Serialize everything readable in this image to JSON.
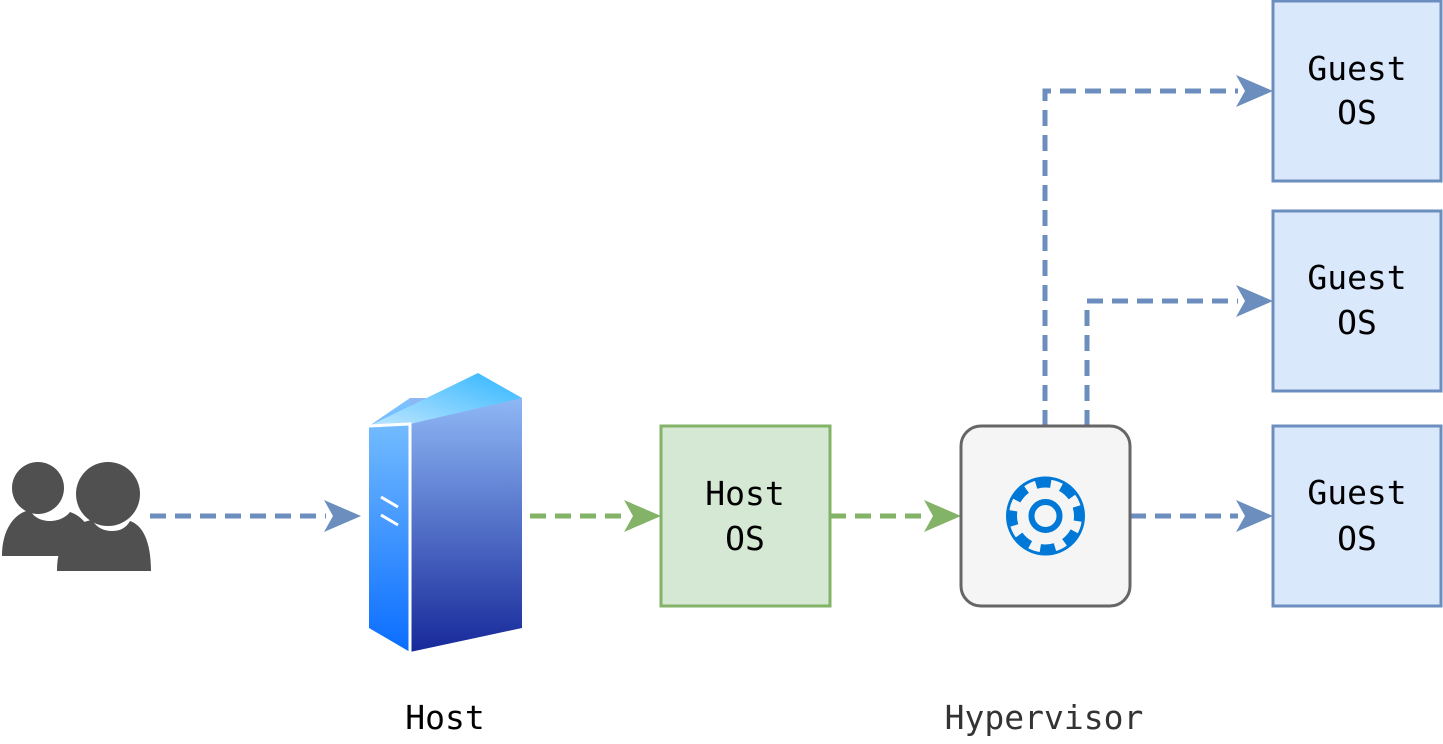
{
  "colors": {
    "blue_edge": "#6c8ebf",
    "green_edge": "#82b366",
    "guest_fill": "#dae8fc",
    "host_os_fill": "#d5e8d4",
    "hypervisor_fill": "#f5f5f5",
    "hypervisor_stroke": "#666666",
    "gear": "#0078d7",
    "users_icon": "#505050",
    "caption_hypervisor": "#333333",
    "caption_host": "#000000"
  },
  "nodes": {
    "users": {
      "icon": "users-icon"
    },
    "host_server": {
      "icon": "server-icon",
      "caption": "Host"
    },
    "host_os": {
      "line1": "Host",
      "line2": "OS"
    },
    "hypervisor": {
      "icon": "gear-icon",
      "caption": "Hypervisor"
    },
    "guests": [
      {
        "line1": "Guest",
        "line2": "OS"
      },
      {
        "line1": "Guest",
        "line2": "OS"
      },
      {
        "line1": "Guest",
        "line2": "OS"
      }
    ]
  },
  "edges": [
    {
      "from": "users",
      "to": "host_server",
      "style": "dashed",
      "color": "blue"
    },
    {
      "from": "host_server",
      "to": "host_os",
      "style": "dashed",
      "color": "green"
    },
    {
      "from": "host_os",
      "to": "hypervisor",
      "style": "dashed",
      "color": "green"
    },
    {
      "from": "hypervisor",
      "to": "guest_os_1",
      "style": "dashed",
      "color": "blue"
    },
    {
      "from": "hypervisor",
      "to": "guest_os_2",
      "style": "dashed",
      "color": "blue"
    },
    {
      "from": "hypervisor",
      "to": "guest_os_3",
      "style": "dashed",
      "color": "blue"
    }
  ]
}
